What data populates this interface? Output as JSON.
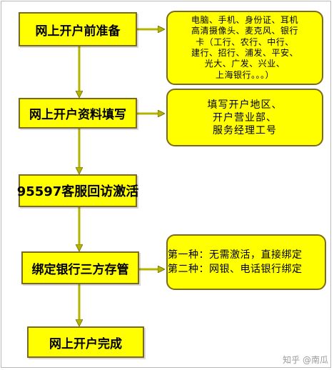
{
  "steps": [
    {
      "label": "网上开户前准备"
    },
    {
      "label": "网上开户资料填写"
    },
    {
      "label": "95597客服回访激活"
    },
    {
      "label": "绑定银行三方存管"
    },
    {
      "label": "网上开户完成"
    }
  ],
  "notes": [
    {
      "lines": [
        "电脑、手机、身份证、耳机",
        "高清摄像头、麦克风、银行",
        "卡（工行、农行、中行、",
        "建行、招行、浦发、平安、",
        "光大、广发、兴业、",
        "上海银行。。。）"
      ]
    },
    {
      "lines": [
        "填写开户地区、",
        "开户营业部、",
        "服务经理工号"
      ]
    },
    {
      "lines": [
        "第一种：无需激活，直接绑定",
        "第二种：网银、电话银行绑定"
      ]
    }
  ],
  "watermark": "知乎 @南瓜",
  "colors": {
    "box_fill": "#ffff00",
    "box_border": "#7a6a1a",
    "arrow": "#b3b300"
  }
}
